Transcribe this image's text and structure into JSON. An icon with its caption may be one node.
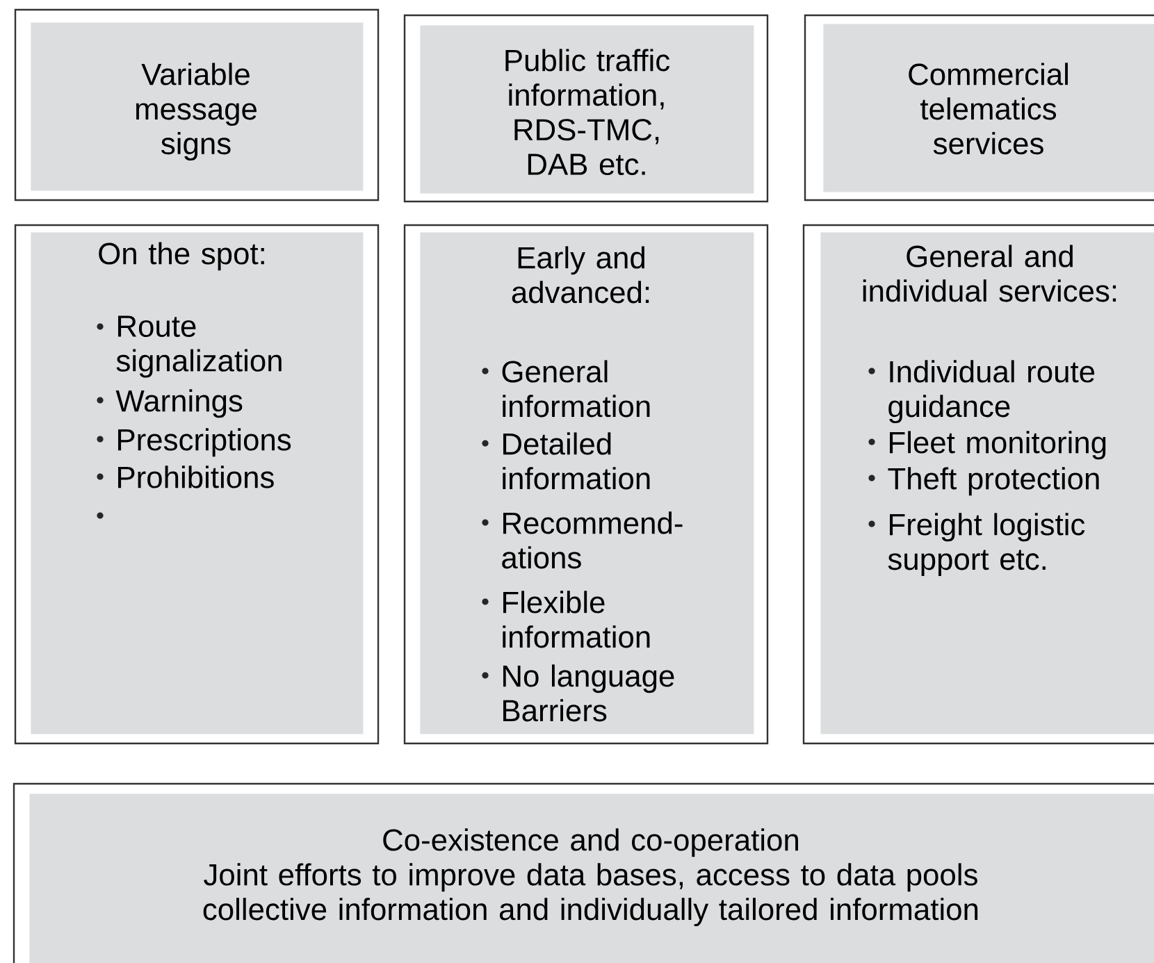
{
  "diagram": {
    "nodes": [
      {
        "text": [
          "Variable message signs"
        ]
      },
      {
        "text": [
          "Public traffic information, RDS-TMC, DAB etc."
        ]
      },
      {
        "text": [
          "Commercial telematics services"
        ]
      },
      {
        "text": [
          "On the spot:",
          "Route signalization",
          "Warnings",
          "Prescriptions",
          "Prohibitions"
        ]
      },
      {
        "text": [
          "Early and advanced:",
          "General information",
          "Detailed information",
          "Recommend-ations",
          "Flexible information",
          "No language Barriers"
        ]
      },
      {
        "text": [
          "General and individual services:",
          "Individual route guidance",
          "Fleet monitoring",
          "Theft protection",
          "Freight logistic support etc."
        ]
      },
      {
        "text": [
          "Co-existence and co-operation",
          "Joint efforts to improve data bases, access to data pools collective information and individually tailored information"
        ]
      }
    ]
  }
}
